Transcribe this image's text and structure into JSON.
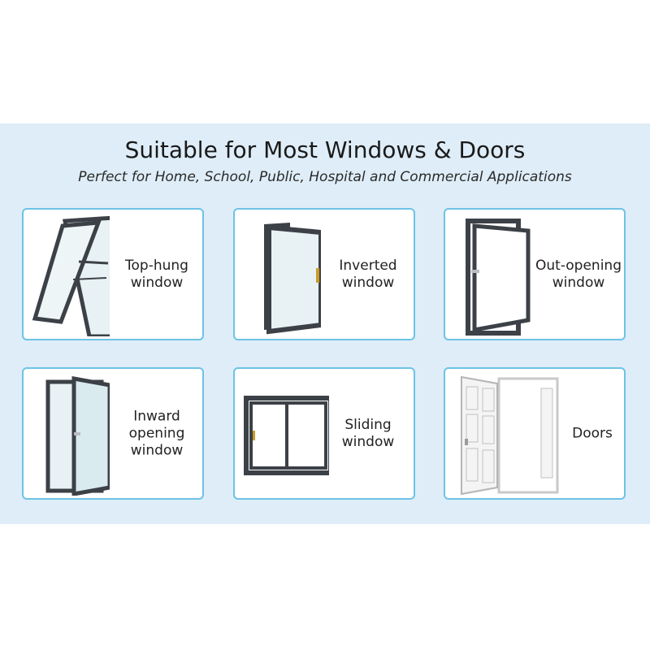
{
  "header": {
    "title": "Suitable for Most Windows & Doors",
    "subtitle": "Perfect for Home, School, Public, Hospital and Commercial Applications"
  },
  "cards": [
    {
      "lines": [
        "Top-hung",
        "window"
      ],
      "icon": "top-hung-window-icon"
    },
    {
      "lines": [
        "Inverted",
        "window"
      ],
      "icon": "inverted-window-icon"
    },
    {
      "lines": [
        "Out-opening",
        "window"
      ],
      "icon": "out-opening-window-icon"
    },
    {
      "lines": [
        "Inward",
        "opening",
        "window"
      ],
      "icon": "inward-opening-window-icon"
    },
    {
      "lines": [
        "Sliding",
        "window"
      ],
      "icon": "sliding-window-icon"
    },
    {
      "lines": [
        "Doors"
      ],
      "icon": "doors-icon"
    }
  ],
  "colors": {
    "band": "#deedf7",
    "card_border": "#6dc3e6",
    "frame": "#3c4147",
    "glass": "#e8f1f3",
    "door": "#f4f4f4"
  }
}
